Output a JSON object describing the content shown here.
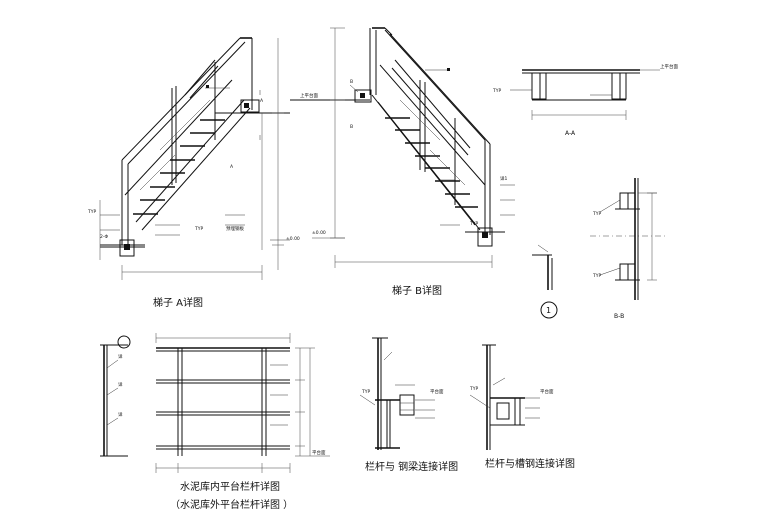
{
  "drawing": {
    "titles": {
      "ladder_a_elevation": "梯子 A详图",
      "ladder_b_elevation": "梯子 B详图",
      "railing_in": "水泥库内平台栏杆详图",
      "railing_out": "（水泥库外平台栏杆详图 ）",
      "railing_steel_joint": "栏杆与 钢梁连接详图",
      "railing_channel_joint": "栏杆与槽钢连接详图",
      "section_aa": "A-A",
      "section_bb": "B-B"
    },
    "marks": {
      "detail_circle_1": "1",
      "section_a": "A",
      "section_b": "B"
    }
  }
}
